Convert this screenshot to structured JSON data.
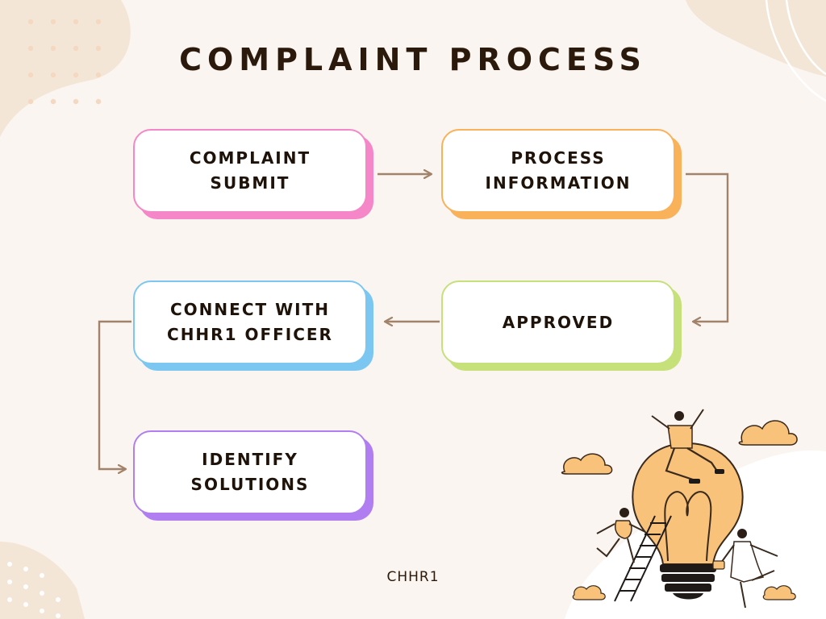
{
  "title": "COMPLAINT PROCESS",
  "footer": "CHHR1",
  "colors": {
    "background": "#faf5f0",
    "accent_blob": "#f4e6d6",
    "connector": "#a0836a",
    "pink": "#f587c8",
    "orange": "#f9b15a",
    "green": "#c6e07a",
    "blue": "#7cc7f2",
    "purple": "#b07ef0",
    "bulb": "#f9c27a"
  },
  "steps": [
    {
      "id": "complaint-submit",
      "label": "COMPLAINT\nSUBMIT",
      "color": "pink"
    },
    {
      "id": "process-information",
      "label": "PROCESS\nINFORMATION",
      "color": "orange"
    },
    {
      "id": "approved",
      "label": "APPROVED",
      "color": "green"
    },
    {
      "id": "connect-officer",
      "label": "CONNECT WITH\nCHHR1 OFFICER",
      "color": "blue"
    },
    {
      "id": "identify-solutions",
      "label": "IDENTIFY\nSOLUTIONS",
      "color": "purple"
    }
  ],
  "illustration": {
    "icons": [
      "light-bulb-icon",
      "ladder-icon",
      "person-icon",
      "cloud-icon"
    ]
  }
}
